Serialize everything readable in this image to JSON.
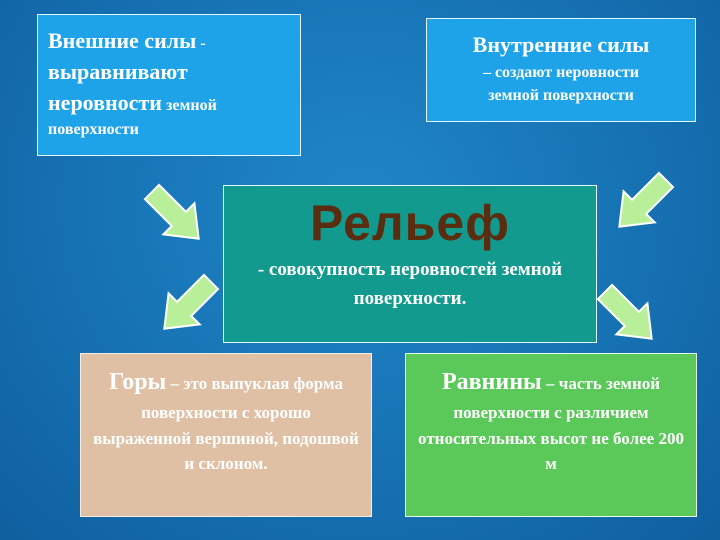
{
  "external": {
    "title": "Внешние силы",
    "dash": " -",
    "line2": "выравнивают",
    "line3_big": "неровности",
    "line3_small": " земной",
    "line4": "поверхности"
  },
  "internal": {
    "title": "Внутренние силы",
    "line2": "– создают неровности",
    "line3": "земной поверхности"
  },
  "center": {
    "title": "Рельеф",
    "description": "- совокупность неровностей земной поверхности."
  },
  "mountains": {
    "heading": "Горы",
    "text": " – это выпуклая форма поверхности с хорошо выраженной вершиной, подошвой и склоном."
  },
  "plains": {
    "heading": "Равнины",
    "text": " – часть земной поверхности с различием относительных высот не более 200 м"
  },
  "colors": {
    "arrow_fill": "#b9ef98",
    "arrow_stroke": "#ffffff",
    "title_color": "#5a2c10"
  }
}
